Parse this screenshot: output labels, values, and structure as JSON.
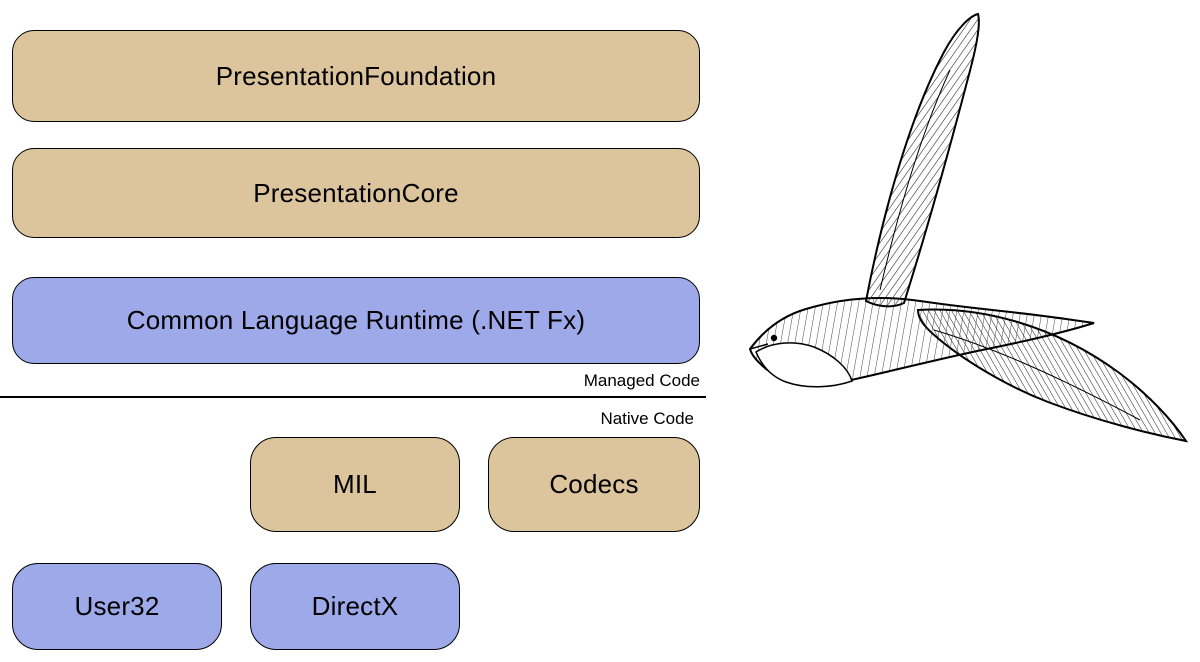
{
  "colors": {
    "managed_box_tan": "#dcc59c",
    "native_box_blue": "#9da9e8",
    "border": "#000000",
    "background": "#ffffff"
  },
  "diagram": {
    "managed_layers": [
      {
        "label": "PresentationFoundation"
      },
      {
        "label": "PresentationCore"
      }
    ],
    "clr_label": "Common Language Runtime (.NET Fx)",
    "managed_code_label": "Managed Code",
    "native_code_label": "Native Code",
    "native_components": [
      {
        "label": "MIL"
      },
      {
        "label": "Codecs"
      }
    ],
    "os_components": [
      {
        "label": "User32"
      },
      {
        "label": "DirectX"
      }
    ]
  },
  "illustration": {
    "name": "swift-bird-ink-sketch"
  }
}
